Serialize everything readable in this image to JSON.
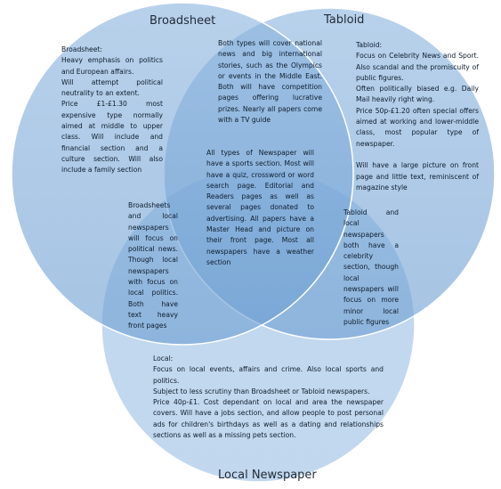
{
  "diagram": {
    "titles": {
      "broadsheet": "Broadsheet",
      "tabloid": "Tabloid",
      "local": "Local Newspaper"
    },
    "regions": {
      "broadsheet_only": "Broadsheet:\nHeavy emphasis on politics and European affairs.\nWill attempt political neutrality to an extent.\nPrice £1-£1.30 most expensive type normally aimed at middle to upper class. Will include and financial section and a culture section. Will also include a family section",
      "tabloid_only": "Tabloid:\nFocus on Celebrity News and Sport. Also scandal and the promiscuity of public figures.\nOften politically biased e.g. Daily Mail heavily right wing.\nPrice 50p-£1.20 often special offers aimed at working and lower-middle class, most popular type of newspaper.\n\n   Will have a large picture on front page and little text, reminiscent of magazine style",
      "broadsheet_tabloid": "Both types will cover national news and big international stories, such as the Olympics or events in the Middle East. Both will have competition pages offering lucrative prizes. Nearly all papers come with a TV guide",
      "all_three": "All types of Newspaper will have a sports section. Most will have a quiz, crossword or word search page. Editorial and Readers pages as well as several pages donated to advertising. All papers have a Master Head and picture on their front page. Most all newspapers have a weather section",
      "broadsheet_local": "Broadsheets and local newspapers will focus on political news. Though local newspapers with focus on local politics. Both have text heavy front pages",
      "tabloid_local": "Tabloid and local newspapers both have a celebrity section, though local newspapers will focus on more minor local public figures",
      "local_only": "Local:\nFocus on local events, affairs and crime. Also local sports and politics.\nSubject to less scrutiny than Broadsheet or Tabloid newspapers.\nPrice 40p-£1. Cost dependant on local and area the newspaper covers. Will have a jobs section, and allow people to post personal ads for children's birthdays as well as a dating and relationships sections as well as a missing pets section."
    }
  }
}
